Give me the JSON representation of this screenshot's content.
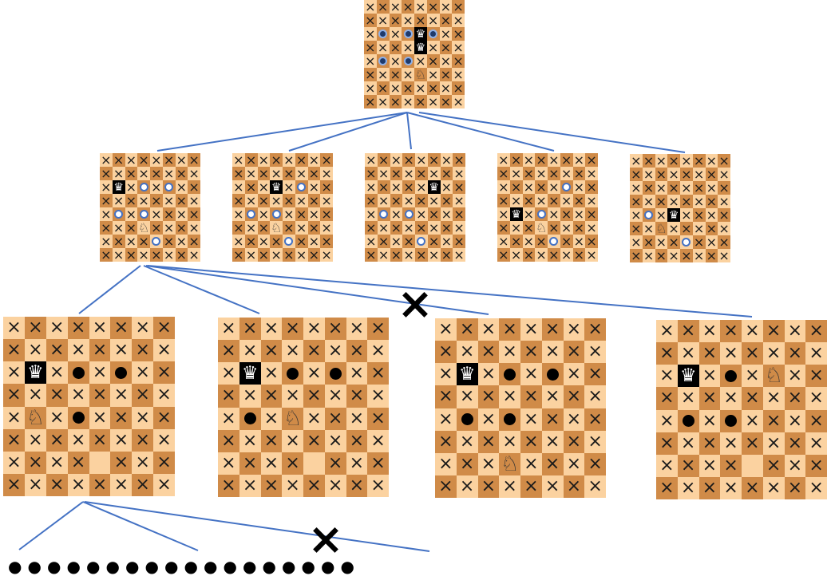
{
  "diagram": {
    "colors": {
      "light": "#fbd2a0",
      "dark": "#d08b48",
      "edge": "#4472c4",
      "marker": "#000000",
      "ring": "#4472c4"
    },
    "symbols": {
      "cross": "×",
      "king": "♛",
      "knight": "♘"
    },
    "boards": [
      {
        "id": "root",
        "cells": [
          "xxxxxxxx",
          "xxxxxxxx",
          "xpxpKpxx",
          "xxxxQxxx",
          "xpxpxxxx",
          "xxxxNxxx",
          "xxxxxxxx",
          "xxxxxxxx"
        ]
      },
      {
        "id": "level2-a",
        "cells": [
          "xxxxxxxx",
          "xxxxxxxx",
          "xKx.x.xx",
          "xxxxxxxx",
          "x.x.xxxx",
          "xxxNxxxx",
          "xxxx.xxx",
          "xxxxxxxx"
        ]
      },
      {
        "id": "level2-b",
        "cells": [
          "xxxxxxxx",
          "xxxxxxxx",
          "xxxKx.xx",
          "xxxxxxxx",
          "x.x.xxxx",
          "xxxNxxxx",
          "xxxx.xxx",
          "xxxxxxxx"
        ]
      },
      {
        "id": "level2-c",
        "cells": [
          "xxxxxxxx",
          "xxxxxxxx",
          "xxxxxKxx",
          "xxxxxxxx",
          "x.x.xxxx",
          "xxxxxxxx",
          "xxxx.xxx",
          "xxxxxxxx"
        ]
      },
      {
        "id": "level2-d",
        "cells": [
          "xxxxxxxx",
          "xxxxxxxx",
          "xxxxx.xx",
          "xxxxxxxx",
          "xKx.xxxx",
          "xxxNxxxx",
          "xxxx.xxx",
          "xxxxxxxx"
        ]
      },
      {
        "id": "level2-e",
        "cells": [
          "xxxxxxxx",
          "xxxxxxxx",
          "xxxxxxxx",
          "xxxxxxxx",
          "x.xKxxxx",
          "xxNxxxxx",
          "xxxx.xxx",
          "xxxxxxxx"
        ]
      },
      {
        "id": "level3-a",
        "cells": [
          "xxxxxxxx",
          "xxxxxxxx",
          "xKxoxoxx",
          "xxxxxxxx",
          "xNxoxxxx",
          "xxxxxxxx",
          "xxxx_xxx",
          "xxxxxxxx"
        ]
      },
      {
        "id": "level3-b",
        "cells": [
          "xxxxxxxx",
          "xxxxxxxx",
          "xKxoxoxx",
          "xxxxxxxx",
          "xoxNxxxx",
          "xxxxxxxx",
          "xxxx_xxx",
          "xxxxxxxx"
        ]
      },
      {
        "id": "level3-c",
        "cells": [
          "xxxxxxxx",
          "xxxxxxxx",
          "xKxoxoxx",
          "xxxxxxxx",
          "xoxoxxxx",
          "xxxxxxxx",
          "xxxNxxxx",
          "xxxxxxxx"
        ]
      },
      {
        "id": "level3-d",
        "cells": [
          "xxxxxxxx",
          "xxxxxxxx",
          "xKxoxNxx",
          "xxxxxxxx",
          "xoxoxxxx",
          "xxxxxxxx",
          "xxxx_xxx",
          "xxxxxxxx"
        ]
      }
    ],
    "pruned_marks": [
      "×",
      "×"
    ],
    "continuation": [
      "●",
      "●",
      "●",
      "●",
      "●",
      "●",
      "●",
      "●",
      "●",
      "●",
      "●",
      "●",
      "●",
      "●",
      "●",
      "●",
      "●",
      "●"
    ]
  }
}
